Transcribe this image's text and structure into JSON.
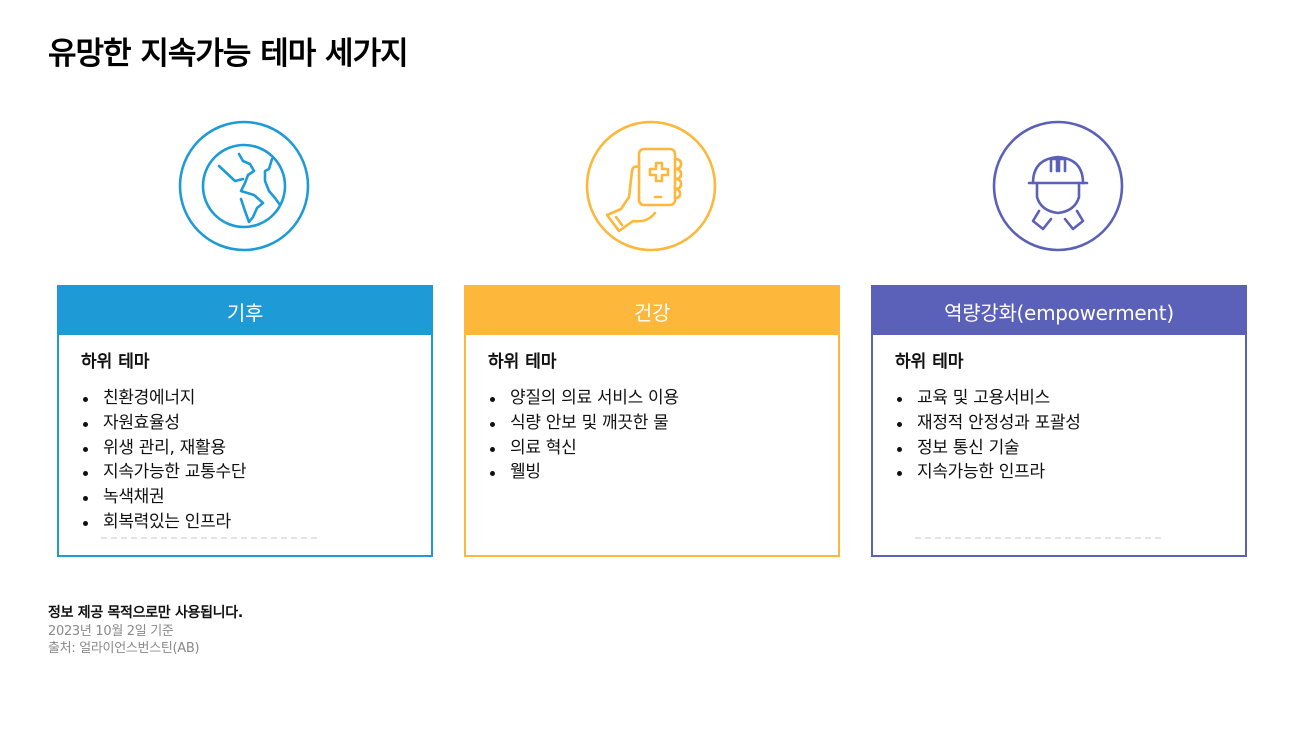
{
  "page": {
    "title": "유망한 지속가능 테마 세가지"
  },
  "themes": [
    {
      "header": "기후",
      "icon": "globe-icon",
      "color": "#1E9BD7",
      "sub_title": "하위 테마",
      "items": [
        "친환경에너지",
        "자원효율성",
        "위생 관리, 재활용",
        "지속가능한 교통수단",
        "녹색채권",
        "회복력있는 인프라"
      ]
    },
    {
      "header": "건강",
      "icon": "medical-phone-icon",
      "color": "#FDB73A",
      "sub_title": "하위 테마",
      "items": [
        "양질의 의료 서비스 이용",
        "식량 안보 및 깨끗한 물",
        "의료 혁신",
        "웰빙"
      ]
    },
    {
      "header": "역량강화(empowerment)",
      "icon": "worker-helmet-icon",
      "color": "#5B60B8",
      "sub_title": "하위 테마",
      "items": [
        "교육 및 고용서비스",
        "재정적 안정성과 포괄성",
        "정보 통신 기술",
        "지속가능한 인프라"
      ]
    }
  ],
  "footer": {
    "disclaimer": "정보 제공 목적으로만 사용됩니다.",
    "date": "2023년 10월 2일 기준",
    "source": "출처: 얼라이언스번스틴(AB)"
  }
}
